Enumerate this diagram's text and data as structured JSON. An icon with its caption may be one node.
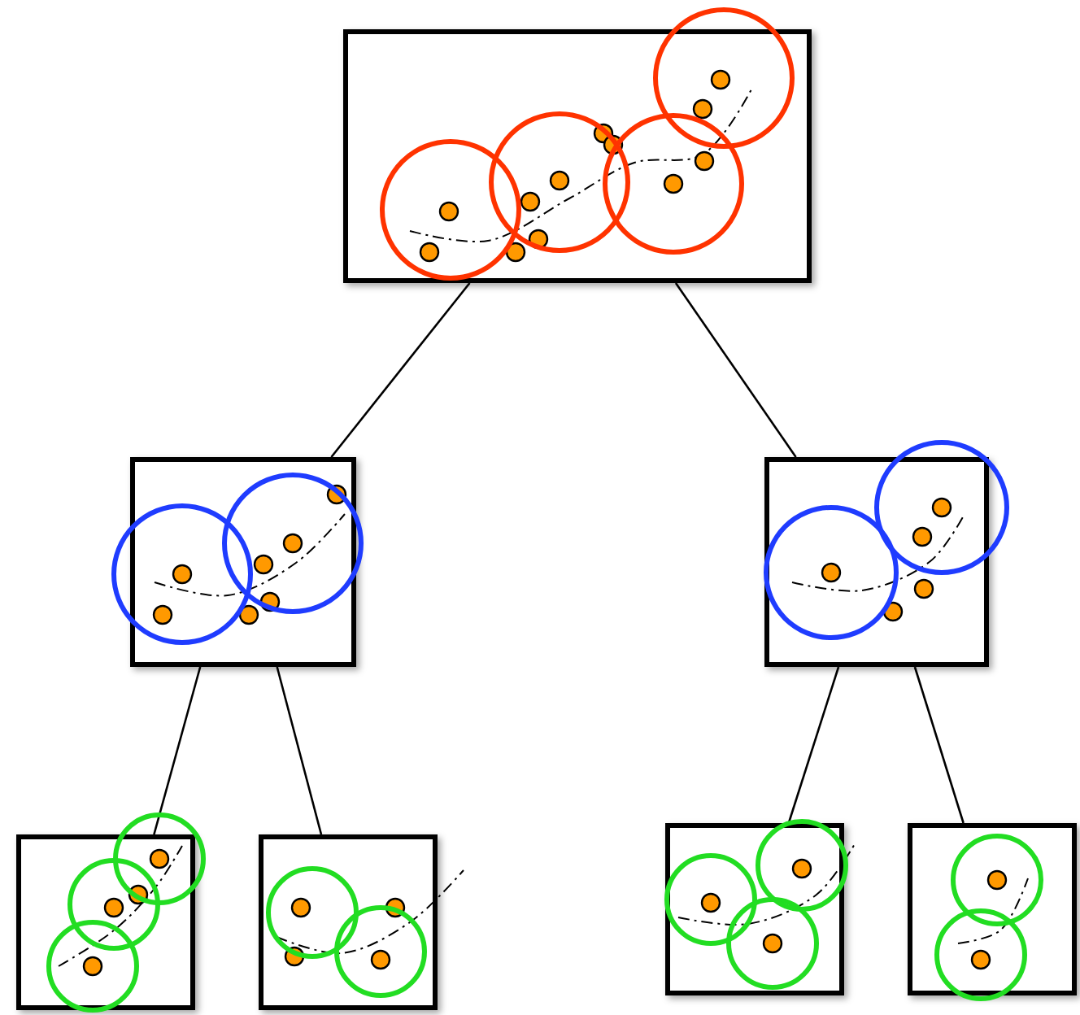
{
  "diagram": {
    "nodes": [
      {
        "text": [],
        "shape": "picture"
      },
      {
        "text": [],
        "shape": "picture"
      },
      {
        "text": [],
        "shape": "picture"
      },
      {
        "text": [],
        "shape": "picture"
      },
      {
        "text": [],
        "shape": "picture"
      },
      {
        "text": [],
        "shape": "picture"
      },
      {
        "text": [],
        "shape": "picture"
      }
    ],
    "edges": [
      {
        "from": 0,
        "to": 1,
        "arrow": "none"
      },
      {
        "from": 0,
        "to": 2,
        "arrow": "none"
      },
      {
        "from": 1,
        "to": 3,
        "arrow": "none"
      },
      {
        "from": 1,
        "to": 4,
        "arrow": "none"
      },
      {
        "from": 2,
        "to": 5,
        "arrow": "none"
      },
      {
        "from": 2,
        "to": 6,
        "arrow": "none"
      }
    ]
  }
}
